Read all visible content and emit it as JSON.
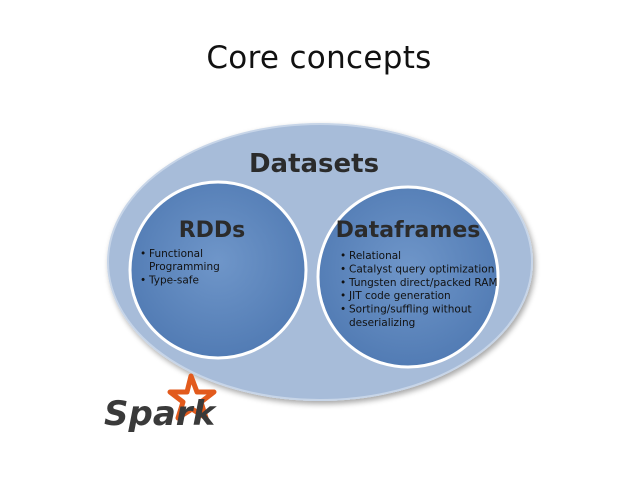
{
  "title": "Core concepts",
  "outer": {
    "label": "Datasets"
  },
  "left": {
    "label": "RDDs",
    "bullets": [
      [
        "Functional",
        "Programming"
      ],
      [
        "Type-safe"
      ]
    ]
  },
  "right": {
    "label": "Dataframes",
    "bullets": [
      [
        "Relational"
      ],
      [
        "Catalyst query optimization"
      ],
      [
        "Tungsten direct/packed RAM"
      ],
      [
        "JIT code generation"
      ],
      [
        "Sorting/suffling without",
        "deserializing"
      ]
    ]
  },
  "logo": {
    "text": "Spark",
    "icon": "spark-star-icon"
  },
  "colors": {
    "outer_fill": "#a7bcd9",
    "outer_stroke": "#c7d5e8",
    "inner_fill": "#5b86bf",
    "inner_stroke": "#ffffff",
    "star": "#e25a1c",
    "logo_text": "#3a3a3a"
  }
}
